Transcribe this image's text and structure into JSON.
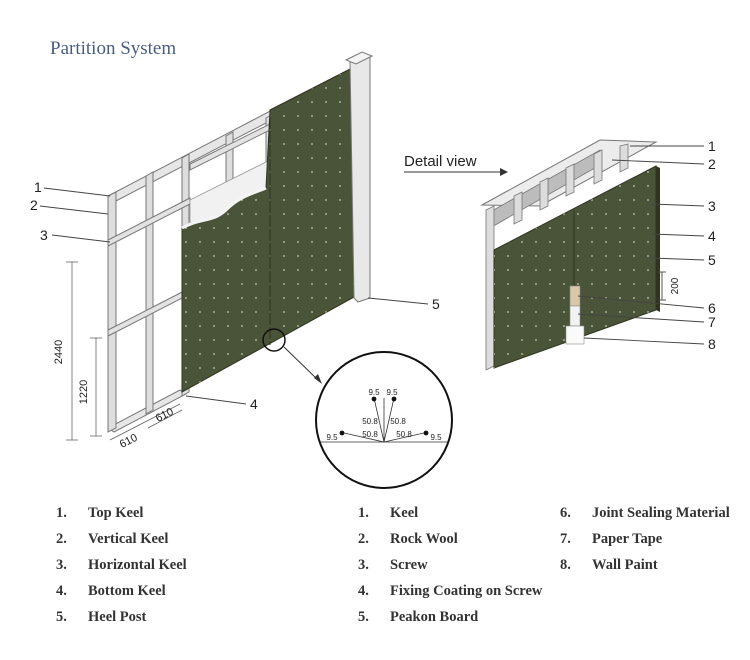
{
  "title": "Partition System",
  "detail_label": "Detail view",
  "wall_callouts": [
    "1",
    "2",
    "3",
    "4",
    "5"
  ],
  "detail_callouts": [
    "1",
    "2",
    "3",
    "4",
    "5",
    "6",
    "7",
    "8"
  ],
  "dimensions": {
    "height_total": "2440",
    "height_half": "1220",
    "spacing_a": "610",
    "spacing_b": "610",
    "detail_spacing": "200"
  },
  "screw_detail": {
    "top_left": "9.5",
    "top_right": "9.5",
    "mid_left": "50.8",
    "mid_right": "50.8",
    "bot_left": "50.8",
    "bot_right": "50.8",
    "edge_left": "9.5",
    "edge_right": "9.5"
  },
  "legend_left": [
    {
      "num": "1.",
      "label": "Top Keel"
    },
    {
      "num": "2.",
      "label": "Vertical Keel"
    },
    {
      "num": "3.",
      "label": "Horizontal Keel"
    },
    {
      "num": "4.",
      "label": "Bottom Keel"
    },
    {
      "num": "5.",
      "label": "Heel Post"
    }
  ],
  "legend_mid": [
    {
      "num": "1.",
      "label": "Keel"
    },
    {
      "num": "2.",
      "label": "Rock Wool"
    },
    {
      "num": "3.",
      "label": "Screw"
    },
    {
      "num": "4.",
      "label": "Fixing Coating on Screw"
    },
    {
      "num": "5.",
      "label": "Peakon Board"
    }
  ],
  "legend_right": [
    {
      "num": "6.",
      "label": "Joint Sealing Material"
    },
    {
      "num": "7.",
      "label": "Paper Tape"
    },
    {
      "num": "8.",
      "label": "Wall Paint"
    }
  ],
  "colors": {
    "board": "#4a5438",
    "board_dark": "#3a4229",
    "frame": "#dcdcdc",
    "frame_edge": "#777777",
    "title": "#4a5d82"
  }
}
